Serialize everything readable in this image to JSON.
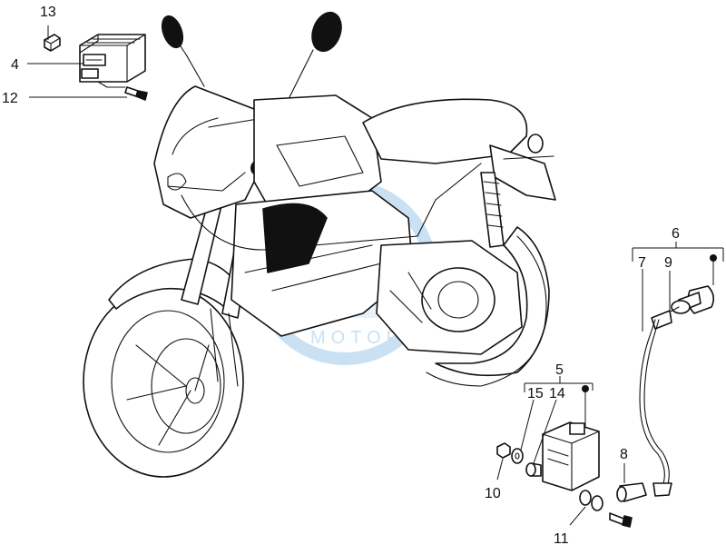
{
  "diagram": {
    "watermark": "MOTOPARTS",
    "watermark_color": "#9ec9ea",
    "callouts": [
      "13",
      "4",
      "12",
      "6",
      "7",
      "9",
      "5",
      "15",
      "14",
      "8",
      "10",
      "11"
    ]
  }
}
